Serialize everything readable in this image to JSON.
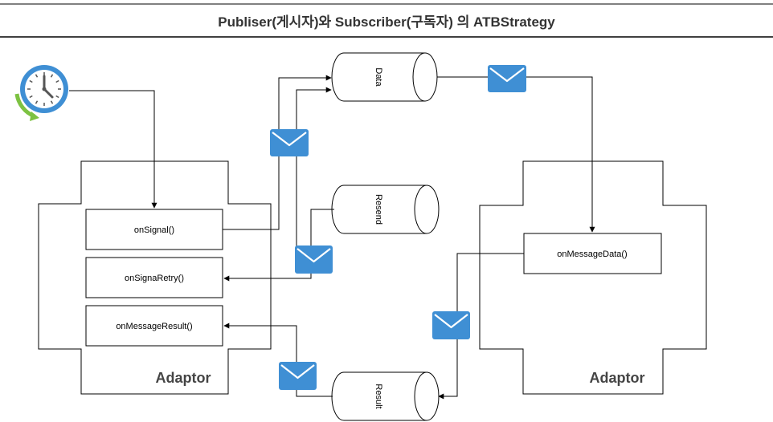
{
  "title": "Publiser(게시자)와 Subscriber(구독자) 의 ATBStrategy",
  "publisher": {
    "adaptor_label": "Adaptor",
    "methods": {
      "on_signal": "onSignal()",
      "on_signal_retry": "onSignaRetry()",
      "on_message_result": "onMessageResult()"
    }
  },
  "subscriber": {
    "adaptor_label": "Adaptor",
    "methods": {
      "on_message_data": "onMessageData()"
    }
  },
  "stores": {
    "data": "Data",
    "resend": "Resend",
    "result": "Result"
  },
  "icons": {
    "timer": "clock-icon",
    "message": "envelope-icon"
  },
  "colors": {
    "envelope": "#3f8fd4",
    "clock_ring": "#3f8fd4",
    "clock_arrow": "#7dc242"
  }
}
